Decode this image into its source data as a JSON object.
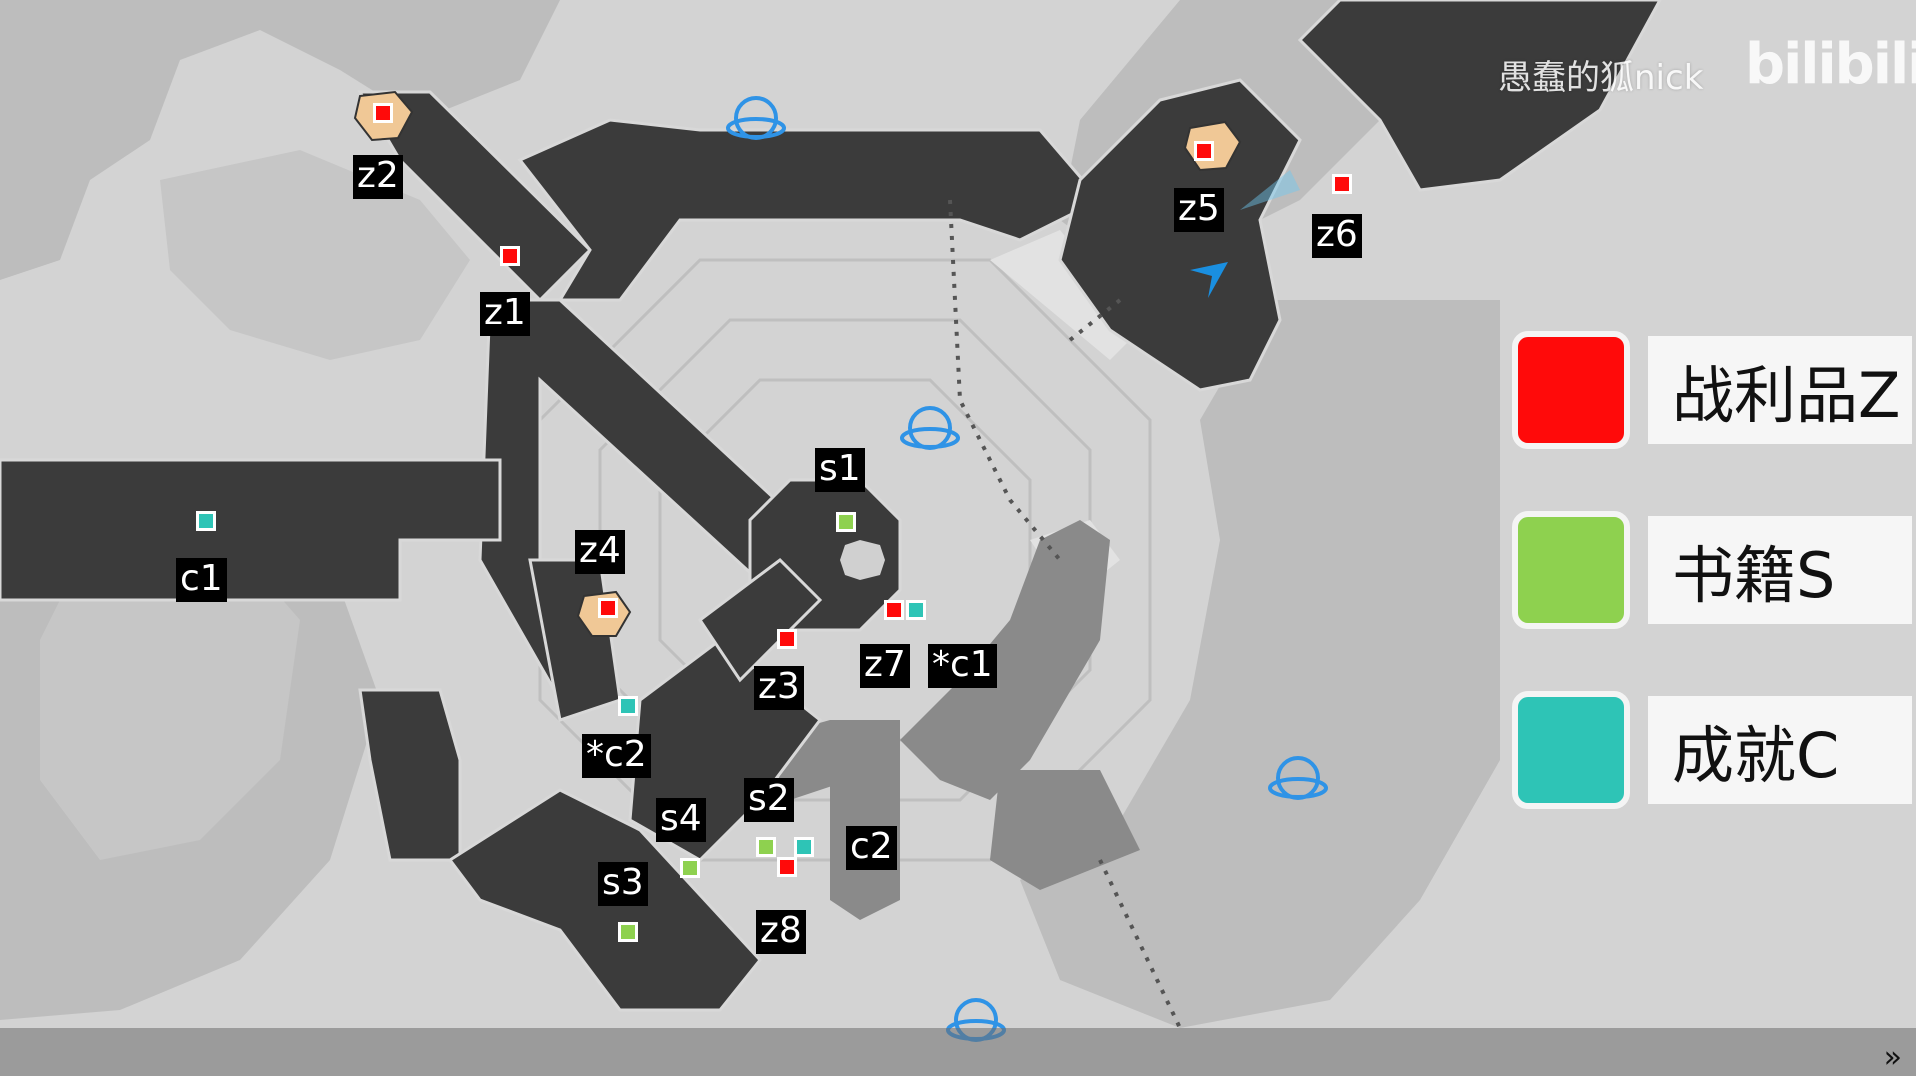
{
  "watermark": {
    "author": "愚蠢的狐nick",
    "logo": "bilibili"
  },
  "legend": [
    {
      "color": "#ff0a0a",
      "label": "战利品Z"
    },
    {
      "color": "#8ed14f",
      "label": "书籍S"
    },
    {
      "color": "#2ec4b6",
      "label": "成就C"
    }
  ],
  "labels": {
    "z1": "z1",
    "z2": "z2",
    "z3": "z3",
    "z4": "z4",
    "z5": "z5",
    "z6": "z6",
    "z7": "z7",
    "z8": "z8",
    "s1": "s1",
    "s2": "s2",
    "s3": "s3",
    "s4": "s4",
    "c1": "c1",
    "c1b": "*c1",
    "c2": "c2",
    "c2b": "*c2"
  },
  "icons": {
    "teleport": "teleport-waypoint-icon",
    "player": "player-arrow-icon",
    "chest": "treasure-chest-icon"
  },
  "colors": {
    "loot": "#ff0a0a",
    "book": "#8ed14f",
    "achievement": "#2ec4b6",
    "corridor": "#3a3a3a",
    "background": "#cfcfcf"
  }
}
